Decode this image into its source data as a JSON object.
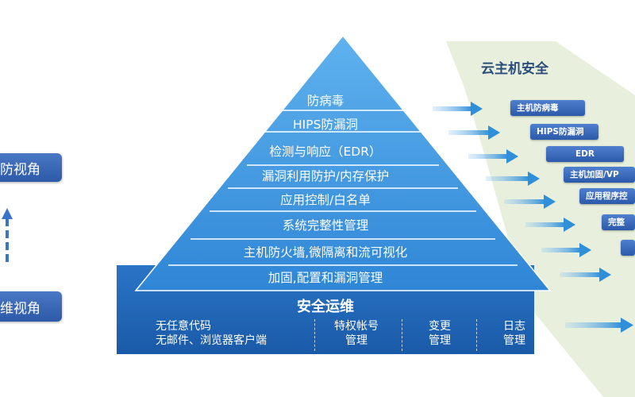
{
  "left": {
    "top_label": "防视角",
    "bottom_label": "维视角"
  },
  "pyramid": {
    "layers": [
      "防病毒",
      "HIPS防漏洞",
      "检测与响应（EDR）",
      "漏洞利用防护/内存保护",
      "应用控制/白名单",
      "系统完整性管理",
      "主机防火墙,微隔离和流可视化",
      "加固,配置和漏洞管理"
    ],
    "operations": {
      "title": "安全运维",
      "items": [
        {
          "line1": "无任意代码",
          "line2": "无邮件、浏览器客户端"
        },
        {
          "line1": "特权帐号",
          "line2": "管理"
        },
        {
          "line1": "变更",
          "line2": "管理"
        },
        {
          "line1": "日志",
          "line2": "管理"
        }
      ]
    }
  },
  "panel": {
    "title": "云主机安全",
    "items": [
      "主机防病毒",
      "HIPS防漏洞",
      "EDR",
      "主机加固/VP",
      "应用程序控",
      "完整"
    ]
  },
  "colors": {
    "pyramid_top": "#5fb2ee",
    "pyramid_bottom": "#2f86d6",
    "base": "#1f64b6",
    "arrow": "#2f8fd8",
    "panel_bg": "#e8efdc"
  }
}
